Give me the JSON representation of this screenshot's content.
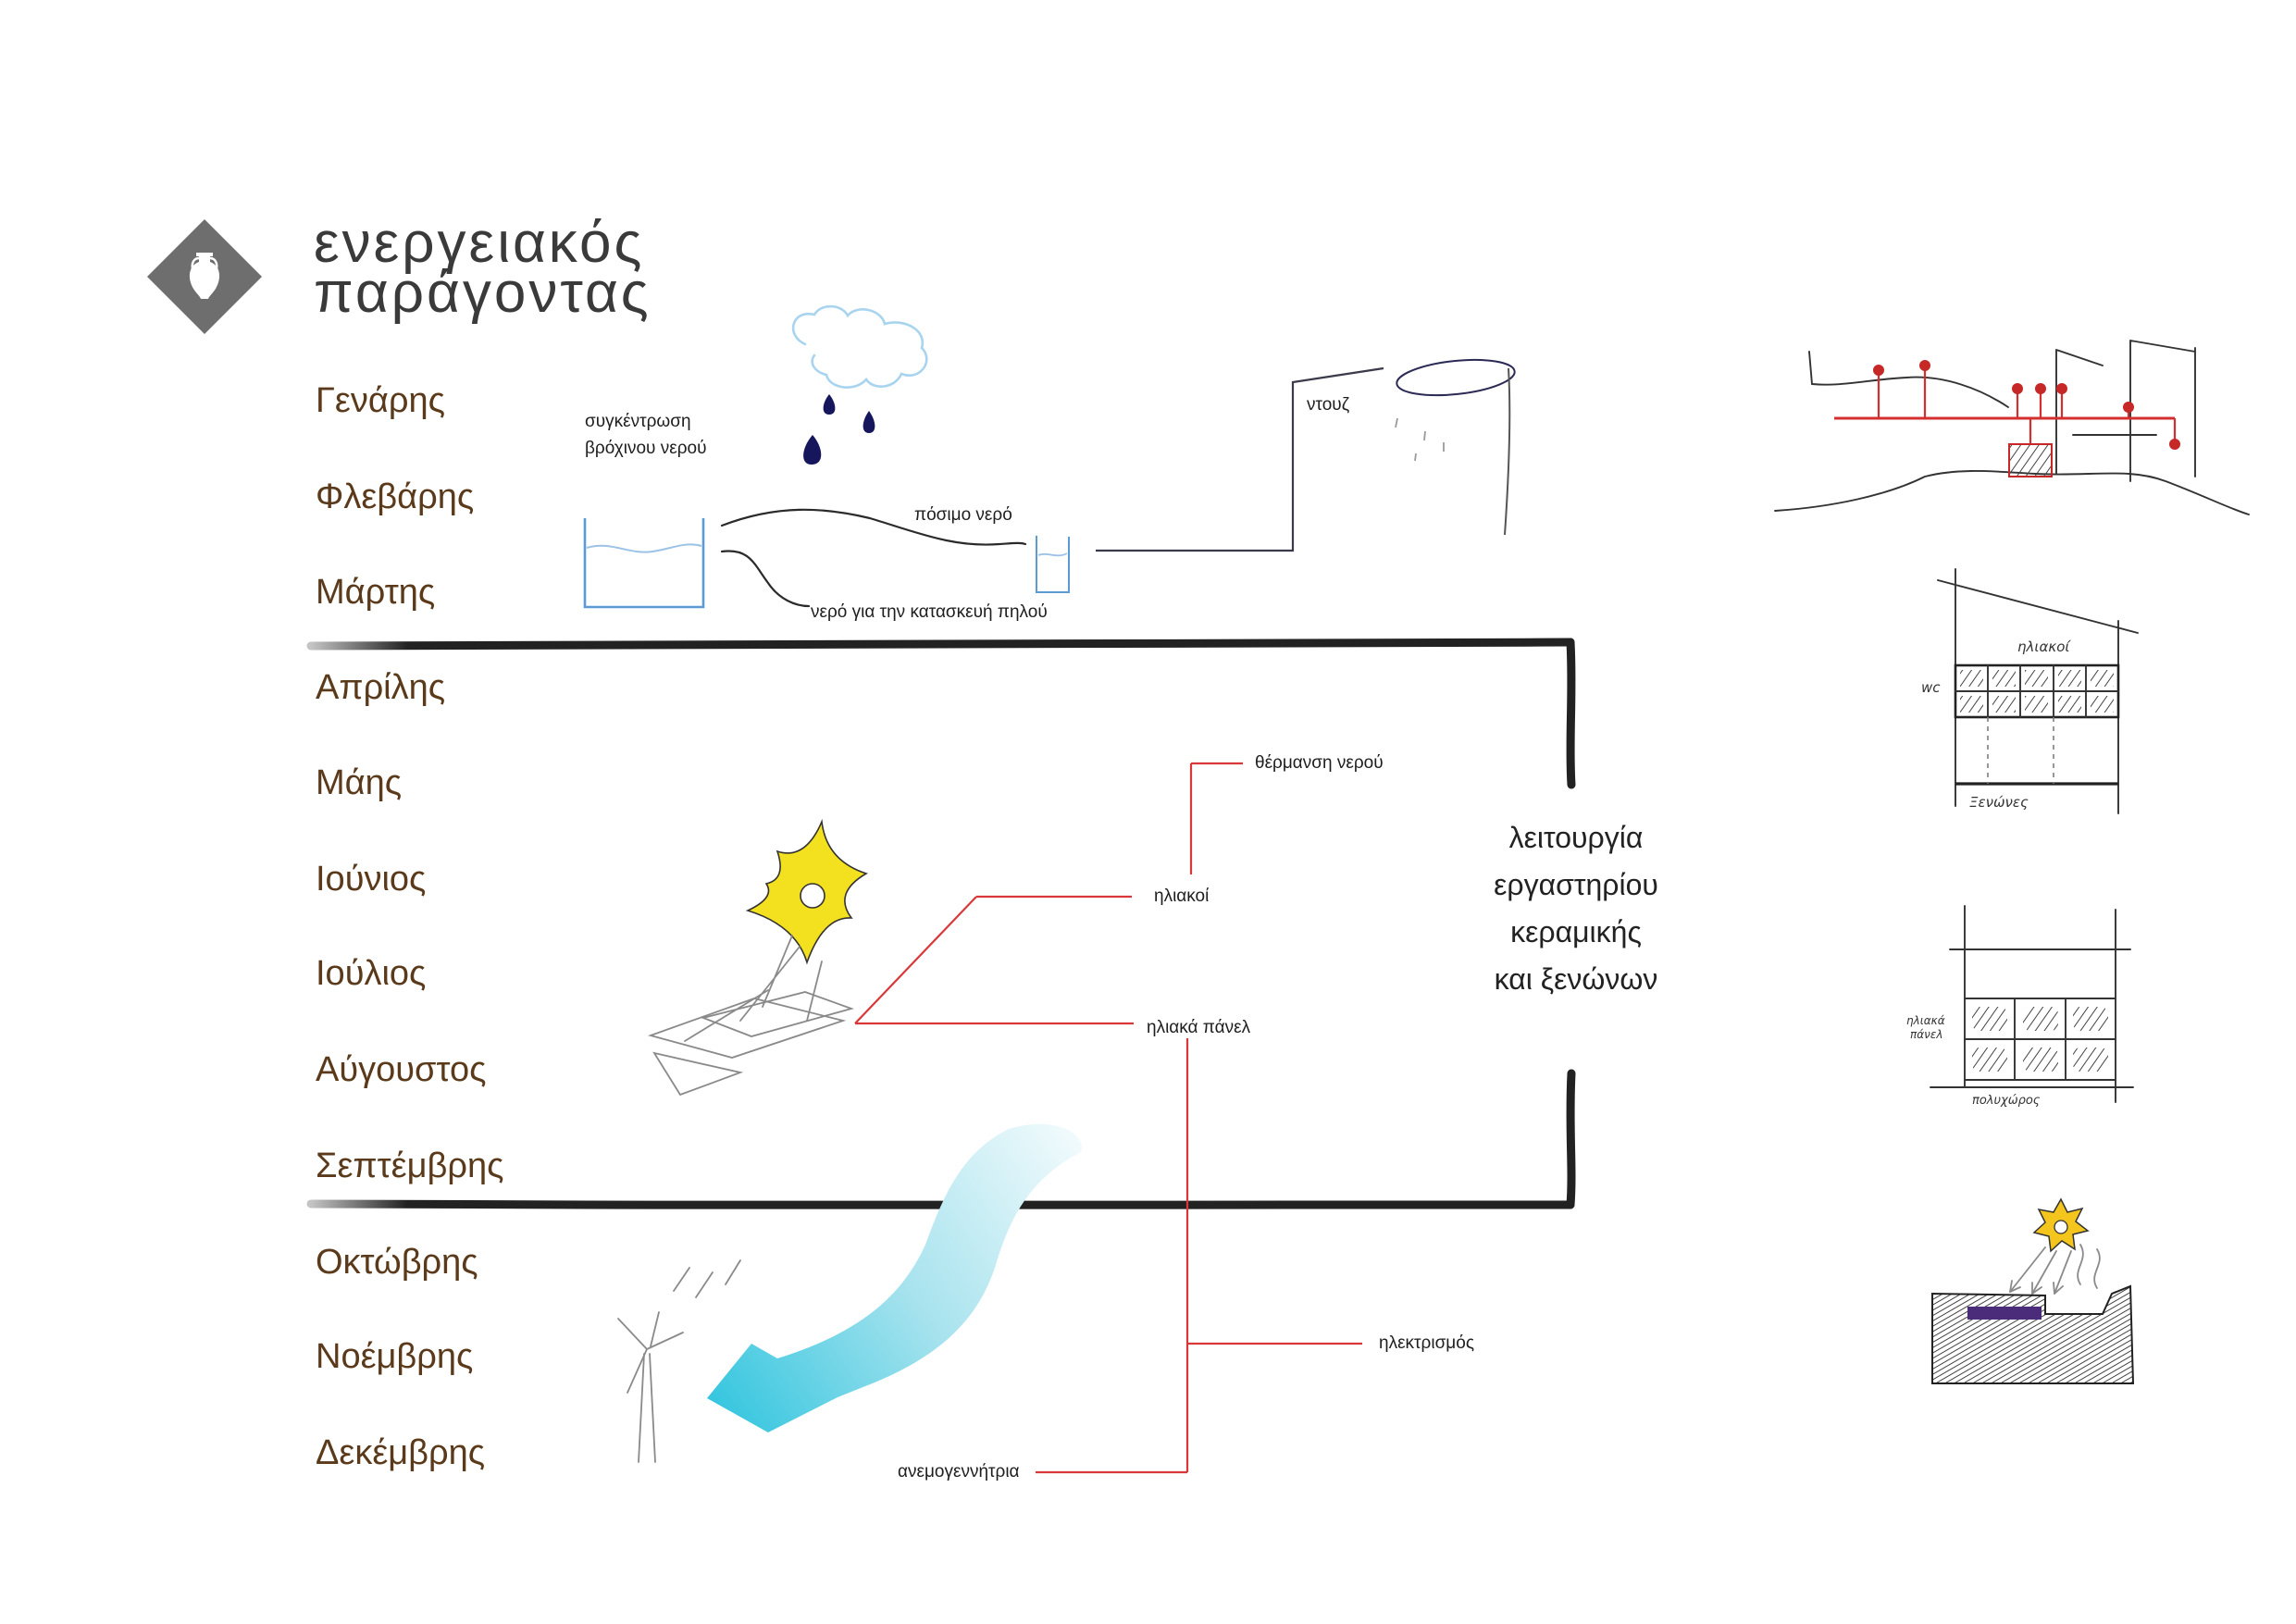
{
  "title": {
    "line1": "ενεργειακός",
    "line2": "παράγοντας"
  },
  "logo": {
    "icon": "amphora-icon"
  },
  "months": [
    "Γενάρης",
    "Φλεβάρης",
    "Μάρτης",
    "Απρίλης",
    "Μάης",
    "Ιούνιος",
    "Ιούλιος",
    "Αύγουστος",
    "Σεπτέμβρης",
    "Οκτώβρης",
    "Νοέμβρης",
    "Δεκέμβρης"
  ],
  "water": {
    "collection_line1": "συγκέντρωση",
    "collection_line2": "βρόχινου νερού",
    "drinking_water": "πόσιμο νερό",
    "clay_water": "νερό για την κατασκευή πηλού",
    "shower": "ντουζ"
  },
  "energy": {
    "water_heating": "θέρμανση νερού",
    "solar_heaters": "ηλιακοί",
    "solar_panels": "ηλιακά πάνελ",
    "electricity": "ηλεκτρισμός",
    "wind_turbine": "ανεμογεννήτρια"
  },
  "operation_period": {
    "lines": [
      "λειτουργία",
      "εργαστηρίου",
      "κεραμικής",
      "και ξενώνων"
    ]
  },
  "sketches": {
    "section": {
      "top_label": "ηλιακοί",
      "side_label": "wc",
      "bottom_label": "Ξενώνες"
    },
    "plan": {
      "side_label_line1": "ηλιακά",
      "side_label_line2": "πάνελ",
      "bottom_label": "πολυχώρος"
    }
  },
  "colors": {
    "month_text": "#5a3a1b",
    "title_text": "#3a3a3a",
    "logo": "#6e6e6e",
    "energy_lines": "#d9383a",
    "water_tank": "#5b9bd5",
    "raindrops": "#16165c",
    "sun": "#f3e01e",
    "wind_arrow": "#3fcbe2",
    "frame": "#222222"
  }
}
